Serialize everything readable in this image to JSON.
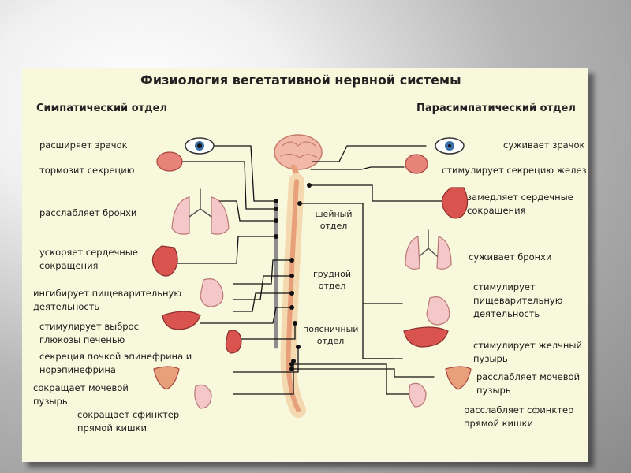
{
  "title": "Физиология вегетативной нервной системы",
  "sympathetic": {
    "heading": "Симпатический отдел",
    "effects": [
      {
        "key": "pupil",
        "text": "расширяет зрачок"
      },
      {
        "key": "secretion",
        "text": "тормозит секрецию"
      },
      {
        "key": "bronchi",
        "text": "расслабляет бронхи"
      },
      {
        "key": "heart",
        "text": "ускоряет сердечные сокращения"
      },
      {
        "key": "digestion",
        "text": "ингибирует пищеварительную деятельность"
      },
      {
        "key": "glucose",
        "text": "стимулирует выброс глюкозы печенью"
      },
      {
        "key": "adrenal",
        "text": "секреция почкой эпинефрина и норэпинефрина"
      },
      {
        "key": "bladder",
        "text": "сокращает мочевой пузырь"
      },
      {
        "key": "rectum",
        "text": "сокращает сфинктер прямой кишки"
      }
    ]
  },
  "parasympathetic": {
    "heading": "Парасимпатический отдел",
    "effects": [
      {
        "key": "pupil",
        "text": "суживает зрачок"
      },
      {
        "key": "glands",
        "text": "стимулирует секрецию желез"
      },
      {
        "key": "heart",
        "text": "замедляет сердечные сокращения"
      },
      {
        "key": "bronchi",
        "text": "суживает бронхи"
      },
      {
        "key": "digestion",
        "text": "стимулирует пищеварительную деятельность"
      },
      {
        "key": "bile",
        "text": "стимулирует желчный пузырь"
      },
      {
        "key": "bladder",
        "text": "расслабляет мочевой пузырь"
      },
      {
        "key": "rectum",
        "text": "расслабляет сфинктер прямой кишки"
      }
    ]
  },
  "spine_sections": {
    "cervical": "шейный отдел",
    "thoracic": "грудной отдел",
    "lumbar": "поясничный отдел"
  },
  "colors": {
    "background": "#f8f8dc",
    "lines": "#111111",
    "spinal_cord": "#e8a07a",
    "organ_red": "#d9534f"
  }
}
